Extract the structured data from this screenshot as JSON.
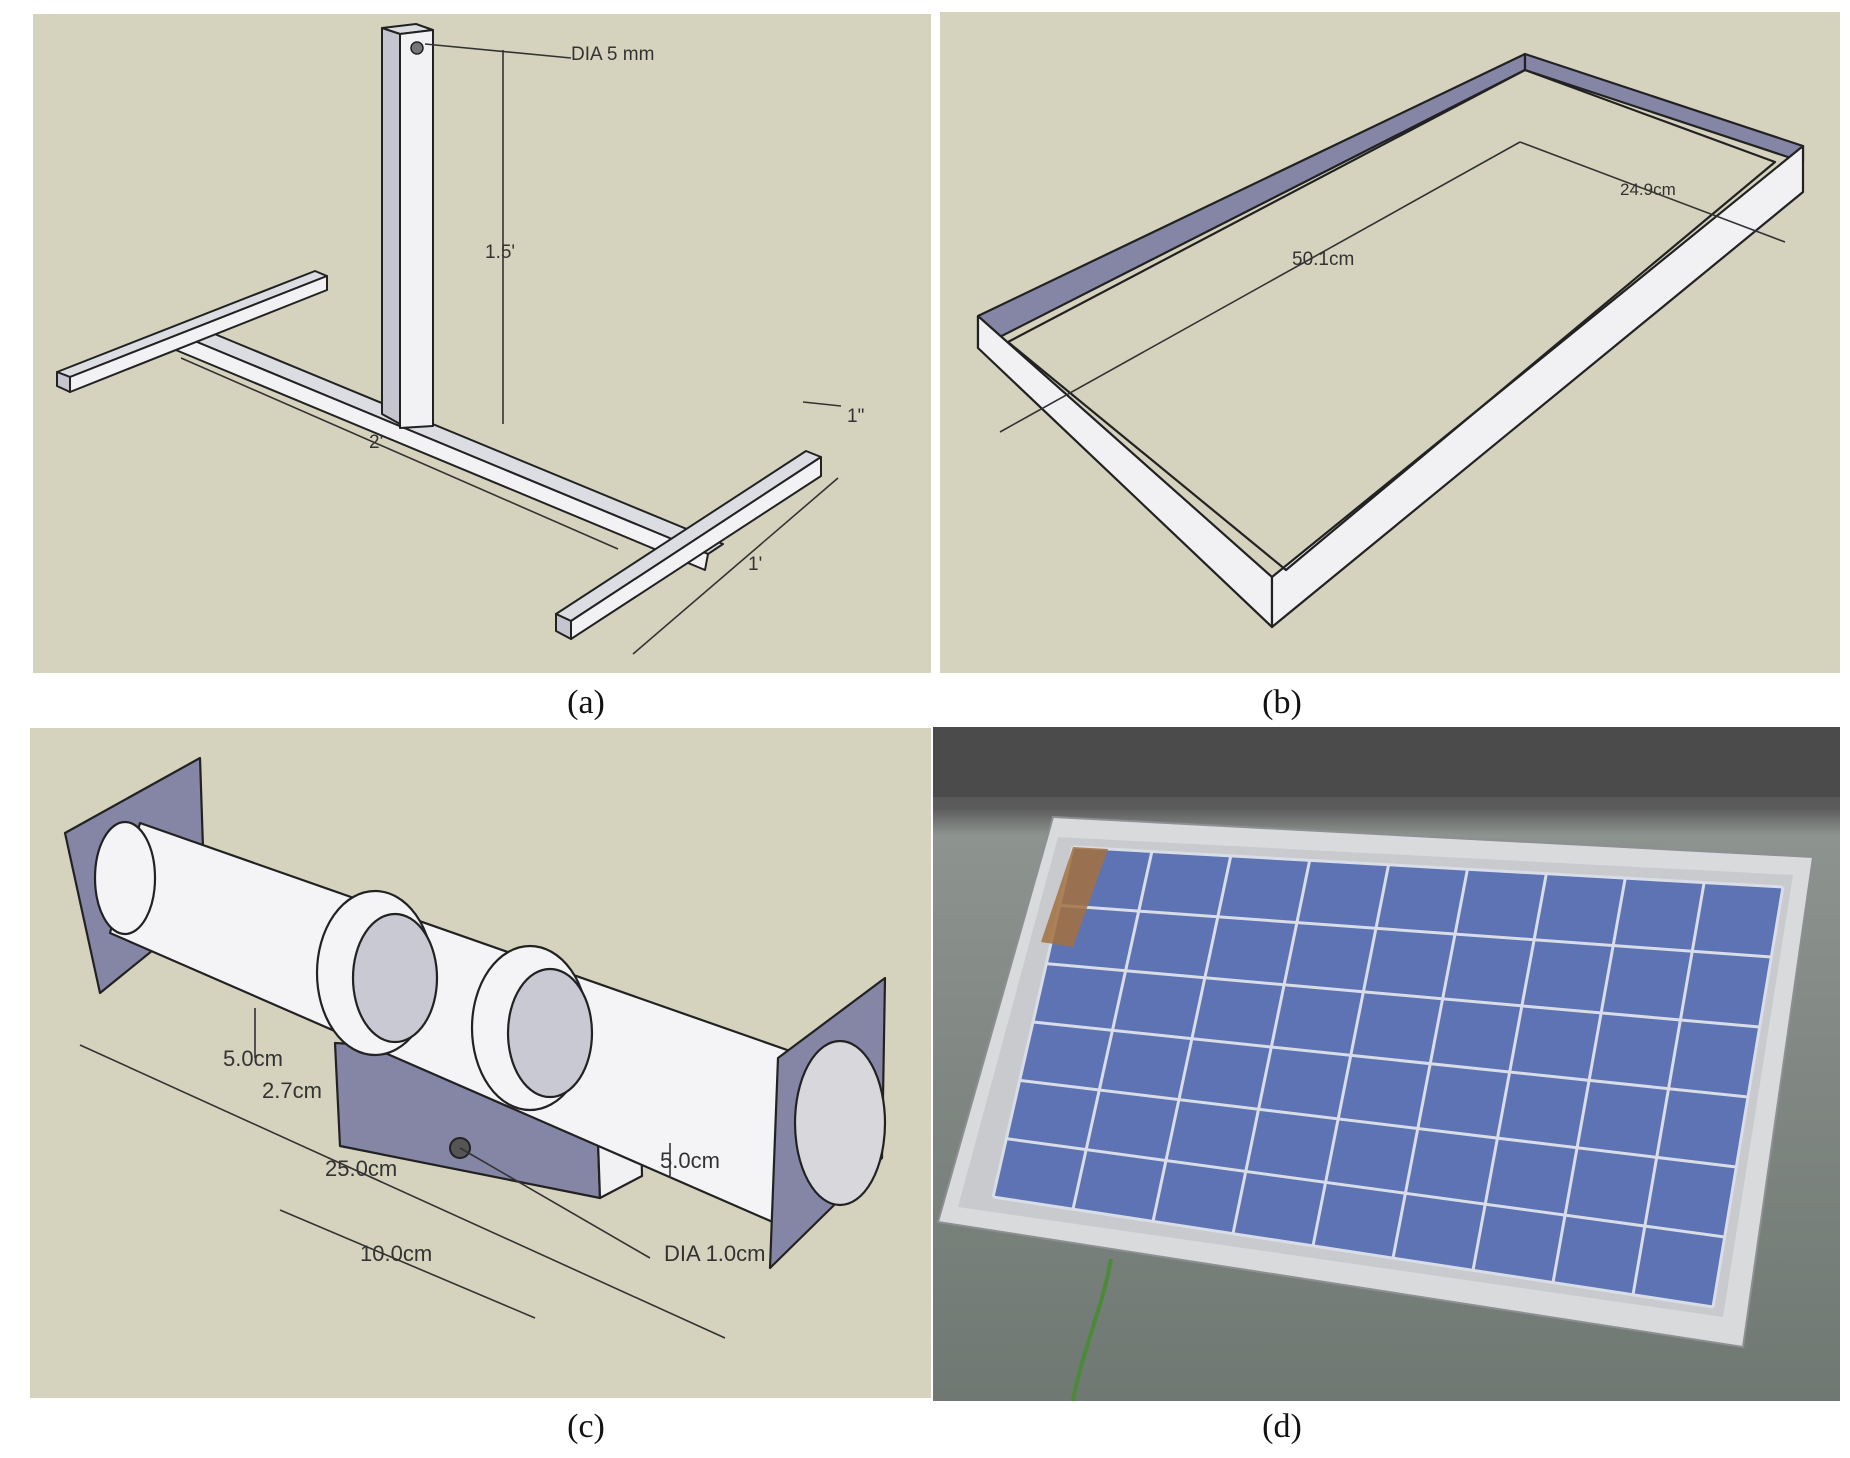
{
  "panels": {
    "a": {
      "caption": "(a)",
      "labels": {
        "hole_dia": "DIA 5 mm",
        "post_height": "1.5'",
        "beam_length": "2'",
        "foot_length": "1'",
        "section": "1\""
      }
    },
    "b": {
      "caption": "(b)",
      "labels": {
        "length": "50.1cm",
        "width": "24.9cm"
      }
    },
    "c": {
      "caption": "(c)",
      "labels": {
        "height_a": "5.0cm",
        "gap": "2.7cm",
        "total_length": "25.0cm",
        "height_b": "5.0cm",
        "span": "10.0cm",
        "hole_dia": "DIA 1.0cm"
      }
    },
    "d": {
      "caption": "(d)",
      "grid": {
        "rows": 6,
        "cols": 9
      }
    }
  },
  "colors": {
    "sketch_background": "#d5d3bd",
    "frame_face": "#f1f1f4",
    "frame_edge": "#c8c9d3",
    "plate_blue": "#8585a6",
    "solar_cell": "#5d73b3",
    "solar_frame": "#d9dadc"
  }
}
